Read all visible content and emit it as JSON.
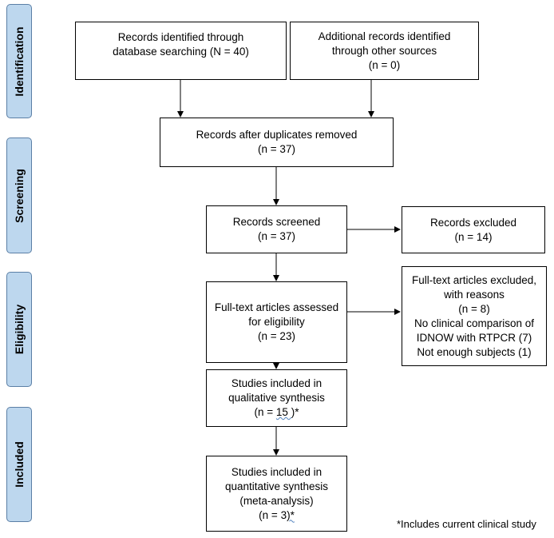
{
  "phases": {
    "identification": "Identification",
    "screening": "Screening",
    "eligibility": "Eligibility",
    "included": "Included"
  },
  "boxes": {
    "database_search": [
      "Records identified through",
      "database searching (N = 40)"
    ],
    "other_sources": [
      "Additional records identified",
      "through other sources",
      "(n = 0)"
    ],
    "after_duplicates": [
      "Records after duplicates removed",
      "(n = 37)"
    ],
    "screened": [
      "Records screened",
      "(n = 37)"
    ],
    "excluded": [
      "Records excluded",
      "(n = 14)"
    ],
    "full_text_assessed": [
      "Full-text articles assessed",
      "for eligibility",
      "(n = 23)"
    ],
    "full_text_excluded": [
      "Full-text articles excluded,",
      "with reasons",
      "(n = 8)",
      "No clinical comparison of",
      "IDNOW with RTPCR (7)",
      "Not enough subjects (1)"
    ],
    "qualitative": [
      "Studies included in",
      "qualitative synthesis"
    ],
    "qualitative_count": {
      "prefix": "(n = ",
      "number": "15 ",
      "suffix": ")*"
    },
    "quantitative": [
      "Studies included in",
      "quantitative synthesis",
      "(meta-analysis)"
    ],
    "quantitative_count": {
      "prefix": "(n = ",
      "number": "3",
      "suffix": ")*"
    }
  },
  "footnote": "*Includes current clinical study",
  "colors": {
    "phase_fill": "#bdd7ee",
    "phase_border": "#5b7fa6",
    "line": "#000000"
  }
}
